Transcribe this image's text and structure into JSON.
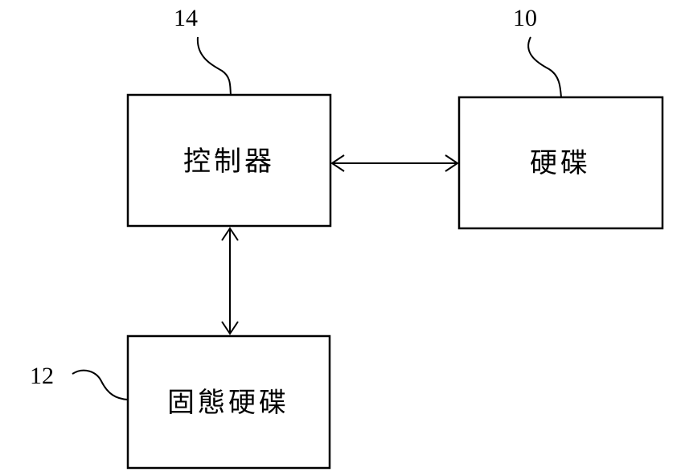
{
  "blocks": {
    "controller": {
      "label": "控制器",
      "ref": "14"
    },
    "hard_disk": {
      "label": "硬碟",
      "ref": "10"
    },
    "ssd": {
      "label": "固態硬碟",
      "ref": "12"
    }
  }
}
